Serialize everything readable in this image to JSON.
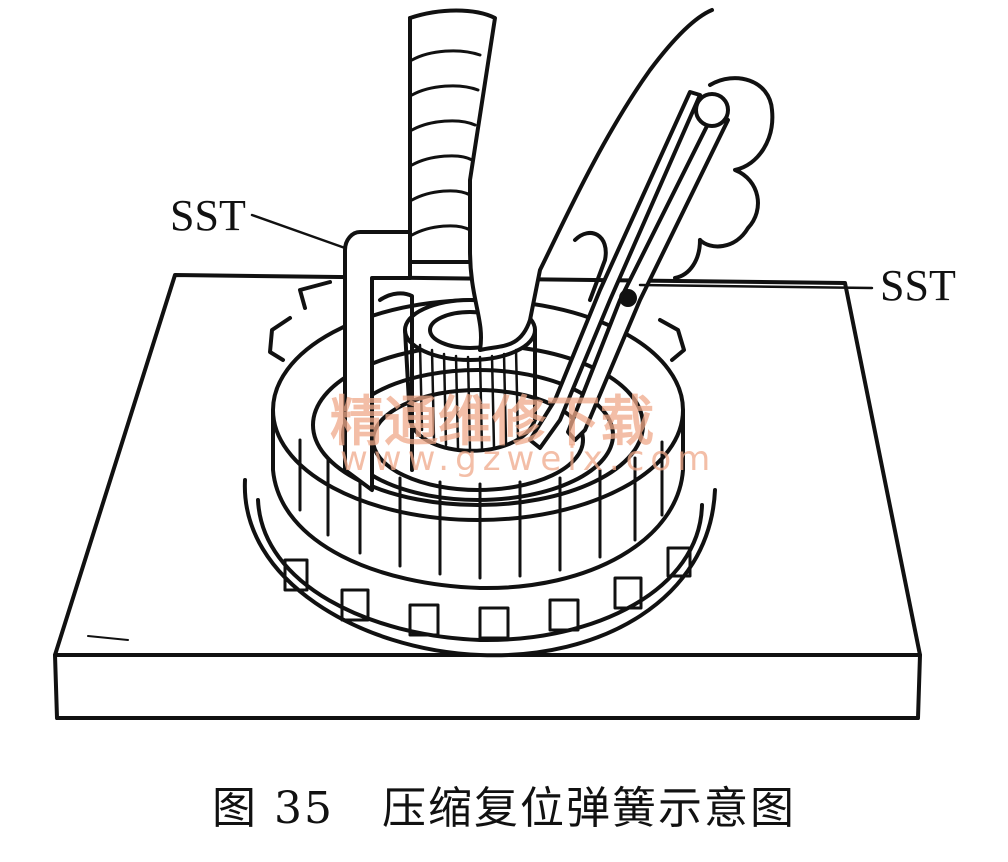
{
  "labels": {
    "sst_left": "SST",
    "sst_right": "SST"
  },
  "watermark": {
    "cn": "精通维修下载",
    "url": "www.gzweix.com",
    "color": "#f0a98a"
  },
  "caption": "图 35   压缩复位弹簧示意图"
}
